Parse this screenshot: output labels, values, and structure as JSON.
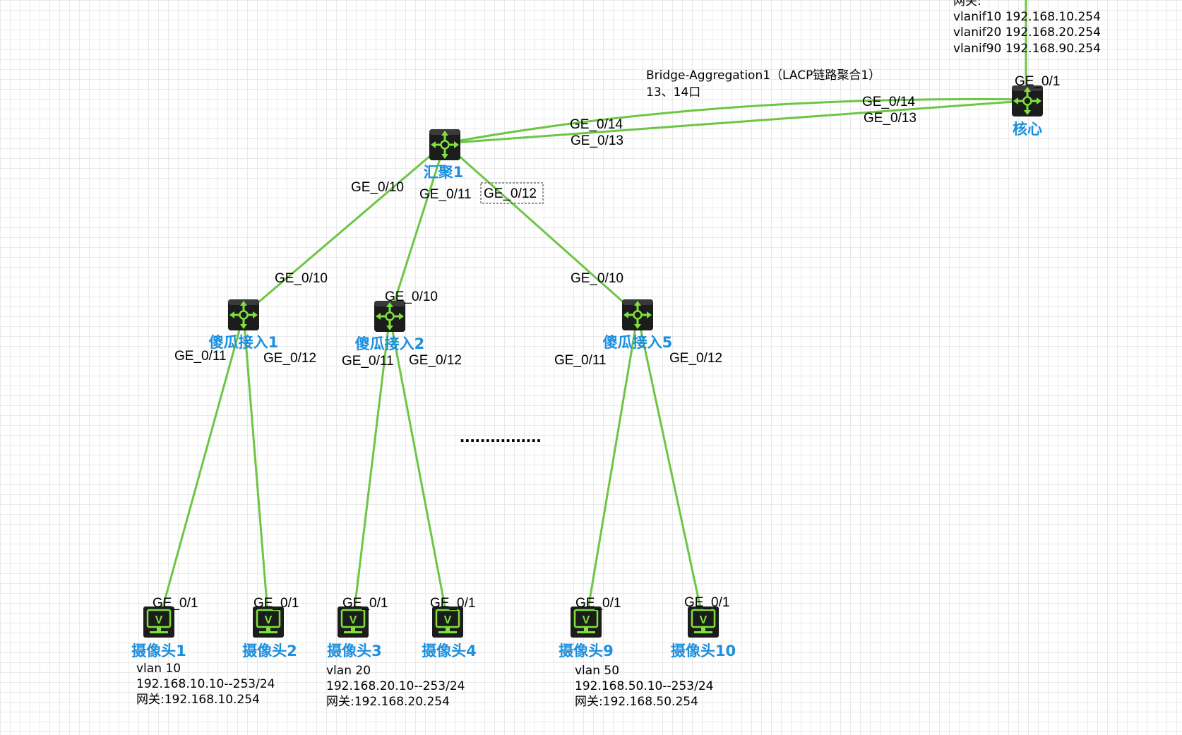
{
  "devices": {
    "core": {
      "label": "核心"
    },
    "agg1": {
      "label": "汇聚1"
    },
    "acc1": {
      "label": "傻瓜接入1"
    },
    "acc2": {
      "label": "傻瓜接入2"
    },
    "acc5": {
      "label": "傻瓜接入5"
    },
    "cam1": {
      "label": "摄像头1"
    },
    "cam2": {
      "label": "摄像头2"
    },
    "cam3": {
      "label": "摄像头3"
    },
    "cam4": {
      "label": "摄像头4"
    },
    "cam9": {
      "label": "摄像头9"
    },
    "cam10": {
      "label": "摄像头10"
    }
  },
  "core_notes": {
    "gateway_label": "网关:",
    "vlanif10": "vlanif10 192.168.10.254",
    "vlanif20": "vlanif20 192.168.20.254",
    "vlanif90": "vlanif90 192.168.90.254"
  },
  "aggregation_note": {
    "line1": "Bridge-Aggregation1（LACP链路聚合1）",
    "line2": "13、14口"
  },
  "ports": {
    "core_up": "GE_0/1",
    "core_14": "GE_0/14",
    "core_13": "GE_0/13",
    "agg_14": "GE_0/14",
    "agg_13": "GE_0/13",
    "agg_10": "GE_0/10",
    "agg_11": "GE_0/11",
    "agg_12": "GE_0/12",
    "acc1_10": "GE_0/10",
    "acc1_11": "GE_0/11",
    "acc1_12": "GE_0/12",
    "acc2_10": "GE_0/10",
    "acc2_11": "GE_0/11",
    "acc2_12": "GE_0/12",
    "acc5_10": "GE_0/10",
    "acc5_11": "GE_0/11",
    "acc5_12": "GE_0/12",
    "cam1_p": "GE_0/1",
    "cam2_p": "GE_0/1",
    "cam3_p": "GE_0/1",
    "cam4_p": "GE_0/1",
    "cam9_p": "GE_0/1",
    "cam10_p": "GE_0/1"
  },
  "camera_notes": {
    "group1": {
      "vlan": "vlan 10",
      "range": "192.168.10.10--253/24",
      "gateway": "网关:192.168.10.254"
    },
    "group2": {
      "vlan": "vlan 20",
      "range": "192.168.20.10--253/24",
      "gateway": "网关:192.168.20.254"
    },
    "group3": {
      "vlan": "vlan 50",
      "range": "192.168.50.10--253/24",
      "gateway": "网关:192.168.50.254"
    }
  },
  "ellipsis": "................",
  "colors": {
    "link": "#6cc644",
    "label": "#1b8fe0",
    "icon_bg": "#1c1c1c",
    "icon_fg": "#7ee23a"
  },
  "icons": {
    "switch": "router-arrows-icon",
    "camera": "monitor-v-icon"
  }
}
